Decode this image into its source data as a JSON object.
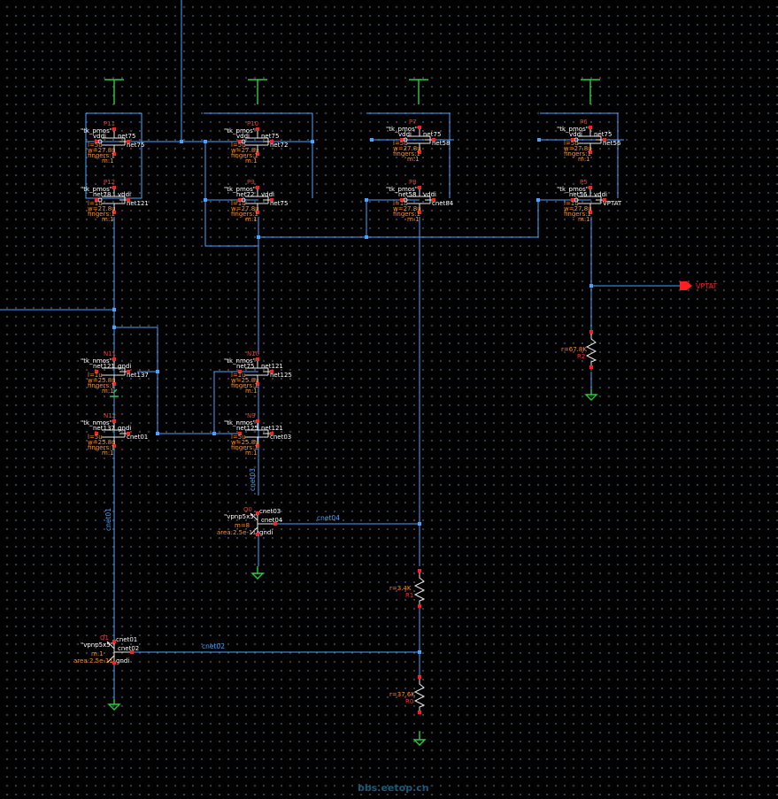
{
  "transistors": [
    {
      "id": "P11",
      "model": "\"tk_pmos\"",
      "n1": "vddi",
      "n2": "net75",
      "n3": "net75",
      "l": "l=5u",
      "w": "w=27.8u",
      "fingers": "fingers:1",
      "m": "m:1"
    },
    {
      "id": "P12",
      "model": "\"tk_pmos\"",
      "n1": "net78",
      "n2": "vddi",
      "n3": "net121",
      "l": "l=1u",
      "w": "w=27.8u",
      "fingers": "fingers:1",
      "m": "m:1"
    },
    {
      "id": "P10",
      "model": "\"tk_pmos\"",
      "n1": "vddi",
      "n2": "net75",
      "n3": "net72",
      "l": "l=5u",
      "w": "w=27.8u",
      "fingers": "fingers:1",
      "m": "m:1"
    },
    {
      "id": "P9",
      "model": "\"tk_pmos\"",
      "n1": "net72",
      "n2": "vddi",
      "n3": "net75",
      "l": "l=1u",
      "w": "w=27.8u",
      "fingers": "fingers:1",
      "m": "m:1"
    },
    {
      "id": "P7",
      "model": "\"tk_pmos\"",
      "n1": "vddi",
      "n2": "net75",
      "n3": "net58",
      "l": "l=5u",
      "w": "w=27.8u",
      "fingers": "fingers:1",
      "m": "m:1"
    },
    {
      "id": "P8",
      "model": "\"tk_pmos\"",
      "n1": "net58",
      "n2": "vddi",
      "n3": "cnet84",
      "l": "l=1u",
      "w": "w=27.8u",
      "fingers": "fingers:1",
      "m": "m:1"
    },
    {
      "id": "P6",
      "model": "\"tk_pmos\"",
      "n1": "vddi",
      "n2": "net75",
      "n3": "net56",
      "l": "l=5u",
      "w": "w=27.8u",
      "fingers": "fingers:1",
      "m": "m:1"
    },
    {
      "id": "P5",
      "model": "\"tk_pmos\"",
      "n1": "net56",
      "n2": "vddi",
      "n3": "VPTAT",
      "l": "l=1u",
      "w": "w=27.8u",
      "fingers": "fingers:1",
      "m": "m:1"
    },
    {
      "id": "N11",
      "model": "\"tk_nmos\"",
      "n1": "net121",
      "n2": "gndi",
      "n3": "net137",
      "l": "l=1u",
      "w": "w=25.8u",
      "fingers": "fingers:1",
      "m": "m:1"
    },
    {
      "id": "N12",
      "model": "\"tk_nmos\"",
      "n1": "net137",
      "n2": "gndi",
      "n3": "cnet01",
      "l": "l=5u",
      "w": "w=25.8u",
      "fingers": "fingers:1",
      "m": "m:1"
    },
    {
      "id": "N10",
      "model": "\"tk_nmos\"",
      "n1": "net75",
      "n2": "net121",
      "n3": "net125",
      "l": "l=1u",
      "w": "w=25.8u",
      "fingers": "fingers:1",
      "m": "m:1"
    },
    {
      "id": "N9",
      "model": "\"tk_nmos\"",
      "n1": "net125",
      "n2": "net121",
      "n3": "cnet03",
      "l": "l=5u",
      "w": "w=25.8u",
      "fingers": "fingers:1",
      "m": "m:1"
    }
  ],
  "bjts": [
    {
      "id": "Q0",
      "model": "\"vpnp5x5\"",
      "c": "cnet03",
      "b": "cnet04",
      "e": "gndi",
      "m": "m=8",
      "area": "area:2.5e-11"
    },
    {
      "id": "Q1",
      "model": "\"vpnp5x5\"",
      "c": "cnet01",
      "b": "cnet02",
      "e": "gndi",
      "m": "m:1",
      "area": "area:2.5e-11"
    }
  ],
  "resistors": [
    {
      "id": "R2",
      "value": "r=67.8K"
    },
    {
      "id": "R1",
      "value": "r=3.4K"
    },
    {
      "id": "R0",
      "value": "r=37.6K"
    }
  ],
  "nets": {
    "cnet01": "cnet01",
    "cnet03": "cnet03",
    "cnet04": "cnet04",
    "cnet02": "cnet02"
  },
  "output_pin": "VPTAT",
  "watermark": "bbs.eetop.cn",
  "colors": {
    "wire": "#4aa3ff",
    "device": "#e8e8e8",
    "pin": "#ff2020",
    "supply": "#2ecc40",
    "label": "#ff9020"
  }
}
